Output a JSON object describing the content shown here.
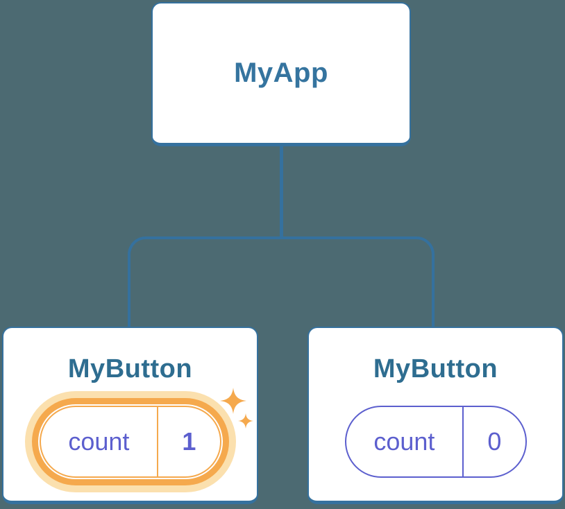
{
  "diagram": {
    "root": {
      "label": "MyApp"
    },
    "children": [
      {
        "label": "MyButton",
        "state_key": "count",
        "state_value": "1",
        "highlighted": true
      },
      {
        "label": "MyButton",
        "state_key": "count",
        "state_value": "0",
        "highlighted": false
      }
    ],
    "icons": {
      "sparkle_large": "sparkle-icon",
      "sparkle_small": "sparkle-icon"
    },
    "colors": {
      "background": "#4C6A72",
      "connector_blue": "#35719E",
      "app_title_blue": "#35749F",
      "node_title_blue": "#2E6D90",
      "state_indigo": "#5C5FCE",
      "highlight_orange": "#F5A94D",
      "highlight_glow": "#FBE0AE",
      "card_background": "#FFFFFF"
    }
  }
}
